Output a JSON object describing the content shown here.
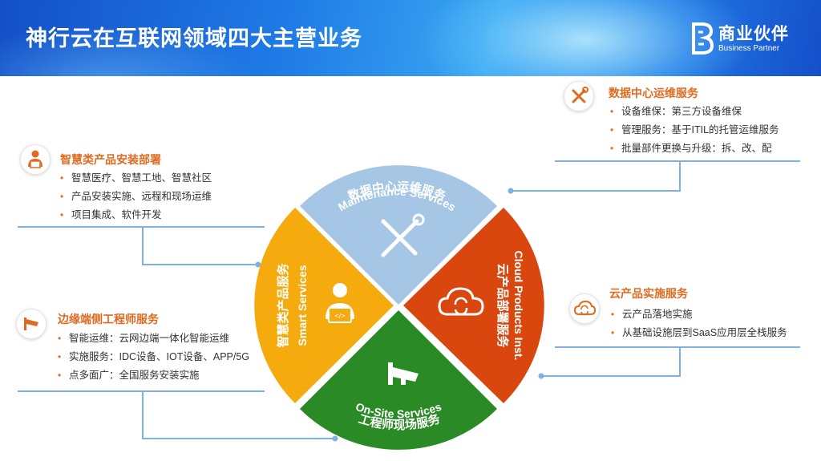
{
  "header": {
    "title": "神行云在互联网领域四大主营业务",
    "brand_cn": "商业伙伴",
    "brand_en": "Business Partner"
  },
  "blocks": {
    "datacenter": {
      "title": "数据中心运维服务",
      "items": [
        "设备维保：第三方设备维保",
        "管理服务：基于ITIL的托管运维服务",
        "批量部件更换与升级：拆、改、配"
      ]
    },
    "smart": {
      "title": "智慧类产品安装部署",
      "items": [
        "智慧医疗、智慧工地、智慧社区",
        "产品安装实施、远程和现场运维",
        "项目集成、软件开发"
      ]
    },
    "cloud": {
      "title": "云产品实施服务",
      "items": [
        "云产品落地实施",
        "从基础设施层到SaaS应用层全栈服务"
      ]
    },
    "edge": {
      "title": "边缘端侧工程师服务",
      "items": [
        "智能运维：云网边端一体化智能运维",
        "实施服务：IDC设备、IOT设备、APP/5G",
        "点多面广：全国服务安装实施"
      ]
    }
  },
  "wheel": {
    "top": {
      "cn": "数据中心运维服务",
      "en": "Maintenance Services",
      "color": "#a6c6e6"
    },
    "right": {
      "cn": "云产品部署服务",
      "en": "Cloud Products Inst.",
      "color": "#d9470f"
    },
    "bottom": {
      "cn": "工程师现场服务",
      "en": "On-Site Services",
      "color": "#2a8a26"
    },
    "left": {
      "cn": "智慧类产品服务",
      "en": "Smart Services",
      "color": "#f5aa0d"
    }
  },
  "colors": {
    "accent": "#e06a1f",
    "line": "#7fb0e0",
    "header_blue": "#1f7be6"
  },
  "icons": {
    "datacenter": "wrench-screwdriver-icon",
    "smart": "person-laptop-icon",
    "cloud": "cloud-sync-icon",
    "edge": "security-camera-icon"
  }
}
